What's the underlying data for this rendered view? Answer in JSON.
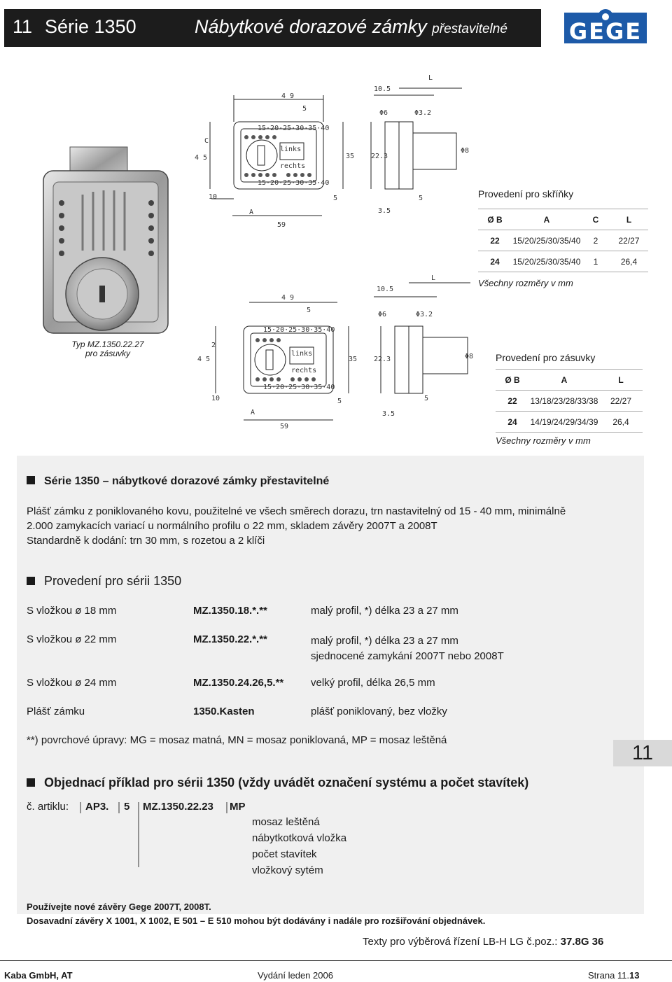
{
  "header": {
    "chapter": "11",
    "series": "Série 1350",
    "title": "Nábytkové dorazové zámky",
    "subtitle": "přestavitelné",
    "logo_text": "GEGE"
  },
  "drawing_labels": {
    "a": "4 9",
    "b": "5",
    "c": "10.5",
    "d": "L",
    "e": "Φ6",
    "f": "Φ3.2",
    "g": "4 5",
    "h": "C",
    "i": "35",
    "j": "22.3",
    "k": "Φ8",
    "l": "10",
    "m": "A",
    "n": "5",
    "o": "59",
    "p": "3.5",
    "q": "5",
    "scale_top": "15·20·25·30·35·40",
    "scale_bot": "15·20·25·30·35·40",
    "lock_label": "rechts",
    "bolt_label": "links",
    "c2": "2"
  },
  "photo_caption": {
    "line1": "Typ MZ.1350.22.27",
    "line2": "pro zásuvky"
  },
  "table_cabinet": {
    "caption": "Provedení pro skříňky",
    "headers": [
      "Ø B",
      "A",
      "C",
      "L"
    ],
    "rows": [
      [
        "22",
        "15/20/25/30/35/40",
        "2",
        "22/27"
      ],
      [
        "24",
        "15/20/25/30/35/40",
        "1",
        "26,4"
      ]
    ],
    "note": "Všechny rozměry v mm"
  },
  "table_drawer": {
    "caption": "Provedení pro zásuvky",
    "headers": [
      "Ø B",
      "A",
      "L"
    ],
    "rows": [
      [
        "22",
        "13/18/23/28/33/38",
        "22/27"
      ],
      [
        "24",
        "14/19/24/29/34/39",
        "26,4"
      ]
    ],
    "note": "Všechny rozměry v mm"
  },
  "section1": {
    "heading": "Série 1350 – nábytkové dorazové zámky přestavitelné",
    "line1": "Plášť zámku z poniklovaného kovu, použitelné ve všech směrech dorazu, trn nastavitelný od 15 -  40 mm, minimálně",
    "line2": "2.000 zamykacích variací u normálního profilu o 22 mm, skladem závěry 2007T a 2008T",
    "line3": "Standardně k dodání: trn 30 mm, s rozetou a 2 klíči"
  },
  "section2": {
    "heading": "Provedení pro sérii 1350",
    "rows": [
      {
        "label": "S vložkou ø 18 mm",
        "code": "MZ.1350.18.*.**",
        "desc": "malý profil, *) délka 23 a 27 mm",
        "desc2": ""
      },
      {
        "label": "S vložkou ø 22 mm",
        "code": "MZ.1350.22.*.**",
        "desc": "malý profil, *) délka 23 a 27 mm",
        "desc2": "sjednocené zamykání 2007T nebo 2008T"
      },
      {
        "label": "S vložkou ø 24 mm",
        "code": "MZ.1350.24.26,5.**",
        "desc": "velký profil, délka 26,5 mm",
        "desc2": ""
      },
      {
        "label": "Plášť zámku",
        "code": "1350.Kasten",
        "desc": "plášť poniklovaný, bez vložky",
        "desc2": ""
      }
    ],
    "note": "**) povrchové úpravy: MG = mosaz matná, MN = mosaz poniklovaná, MP = mosaz leštěná"
  },
  "page_tab": "11",
  "section3": {
    "heading": "Objednací příklad pro sérii 1350 (vždy uvádět označení systému a počet stavítek)",
    "label": "č. artiklu:",
    "parts": [
      "AP3.",
      "5",
      "MZ.1350.22.23",
      "MP"
    ],
    "legend": [
      "mosaz leštěná",
      "nábytkotková vložka",
      "počet stavítek",
      "vložkový sytém"
    ]
  },
  "notice": {
    "line1": "Používejte nové závěry Gege 2007T, 2008T.",
    "line2": "Dosavadní závěry X 1001, X 1002, E 501 – E 510 mohou být dodávány i nadále pro rozšiřování objednávek."
  },
  "tender": {
    "text": "Texty pro výběrová řízení LB-H LG č.poz.: ",
    "code": "37.8G 36"
  },
  "footer": {
    "company": "Kaba GmbH, AT",
    "edition": "Vydání leden 2006",
    "page_label": "Strana 11.",
    "page_num": "13"
  }
}
